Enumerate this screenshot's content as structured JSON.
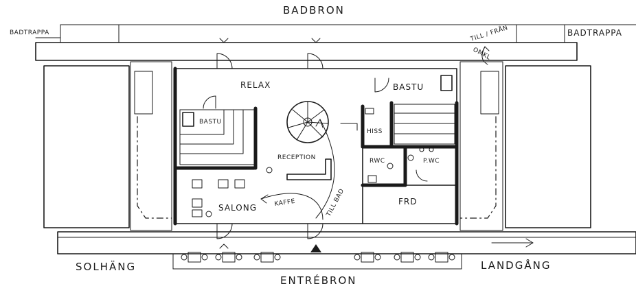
{
  "labels": {
    "badbron": "BADBRON",
    "entrebron": "ENTRÉBRON",
    "badtrappa_left": "BADTRAPPA",
    "badtrappa_right": "BADTRAPPA",
    "till_fran": "TILL / FRÅN",
    "omkl": "OMKL",
    "solhang": "SOLHÄNG",
    "landgang": "LANDGÅNG",
    "relax": "RELAX",
    "bastu_left": "BASTU",
    "bastu_right": "BASTU",
    "hiss": "HISS",
    "reception": "RECEPTION",
    "rwc": "RWC",
    "pwc": "P.WC",
    "frd": "FRD",
    "salong": "SALONG",
    "kaffe": "KAFFE",
    "till_bad": "TILL BAD"
  },
  "colors": {
    "ink": "#1a1a1a",
    "paper": "#ffffff"
  },
  "icons": [
    "north-triangle-icon",
    "entrance-arrow-icon",
    "door-swing-icon",
    "spiral-stair-icon",
    "hatch-icon"
  ]
}
